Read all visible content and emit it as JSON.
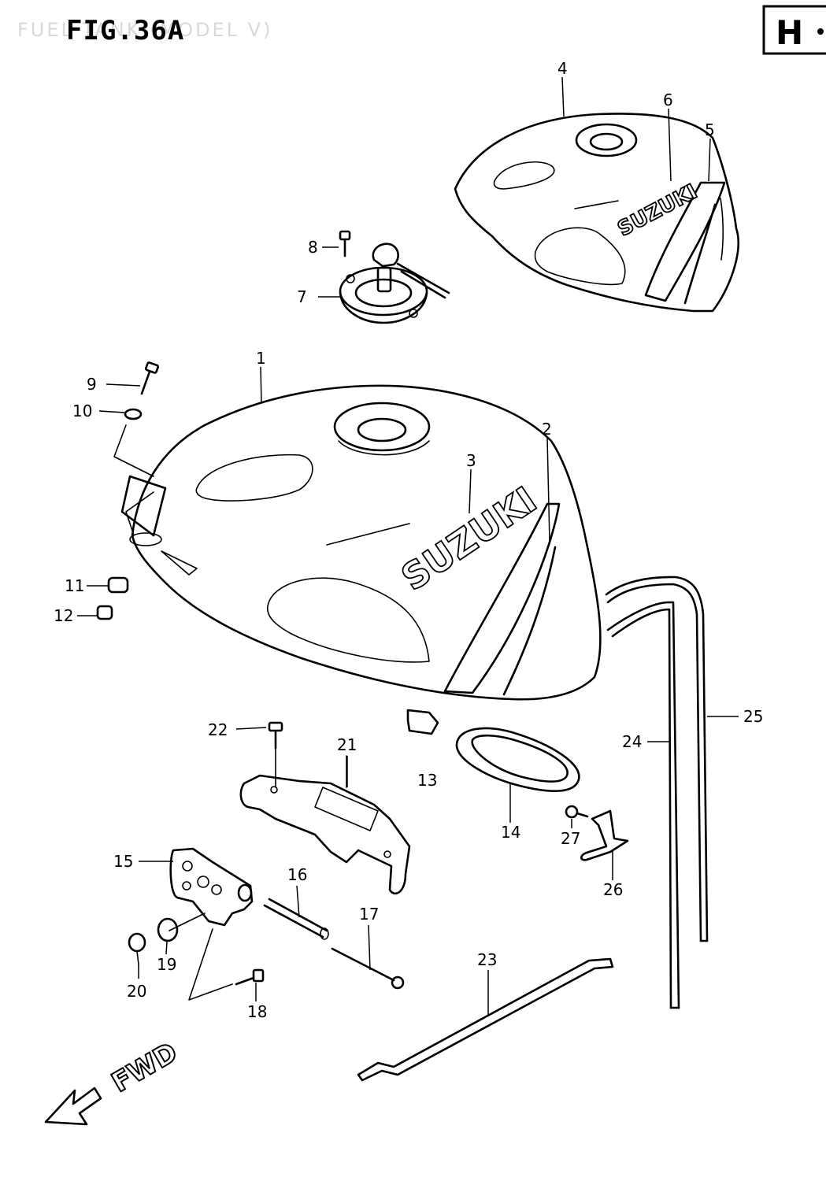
{
  "header": {
    "figure_title": "FIG.36A",
    "faded_caption": "FUEL TANK (MODEL V)",
    "section_badge": "H"
  },
  "tank": {
    "brand_lettering": "SUZUKI"
  },
  "direction_label": "FWD",
  "parts": [
    {
      "id": "part-1",
      "number": "1"
    },
    {
      "id": "part-2",
      "number": "2"
    },
    {
      "id": "part-3",
      "number": "3"
    },
    {
      "id": "part-4",
      "number": "4"
    },
    {
      "id": "part-5",
      "number": "5"
    },
    {
      "id": "part-6",
      "number": "6"
    },
    {
      "id": "part-7",
      "number": "7"
    },
    {
      "id": "part-8",
      "number": "8"
    },
    {
      "id": "part-9",
      "number": "9"
    },
    {
      "id": "part-10",
      "number": "10"
    },
    {
      "id": "part-11",
      "number": "11"
    },
    {
      "id": "part-12",
      "number": "12"
    },
    {
      "id": "part-13",
      "number": "13"
    },
    {
      "id": "part-14",
      "number": "14"
    },
    {
      "id": "part-15",
      "number": "15"
    },
    {
      "id": "part-16",
      "number": "16"
    },
    {
      "id": "part-17",
      "number": "17"
    },
    {
      "id": "part-18",
      "number": "18"
    },
    {
      "id": "part-19",
      "number": "19"
    },
    {
      "id": "part-20",
      "number": "20"
    },
    {
      "id": "part-21",
      "number": "21"
    },
    {
      "id": "part-22",
      "number": "22"
    },
    {
      "id": "part-23",
      "number": "23"
    },
    {
      "id": "part-24",
      "number": "24"
    },
    {
      "id": "part-25",
      "number": "25"
    },
    {
      "id": "part-26",
      "number": "26"
    },
    {
      "id": "part-27",
      "number": "27"
    }
  ]
}
